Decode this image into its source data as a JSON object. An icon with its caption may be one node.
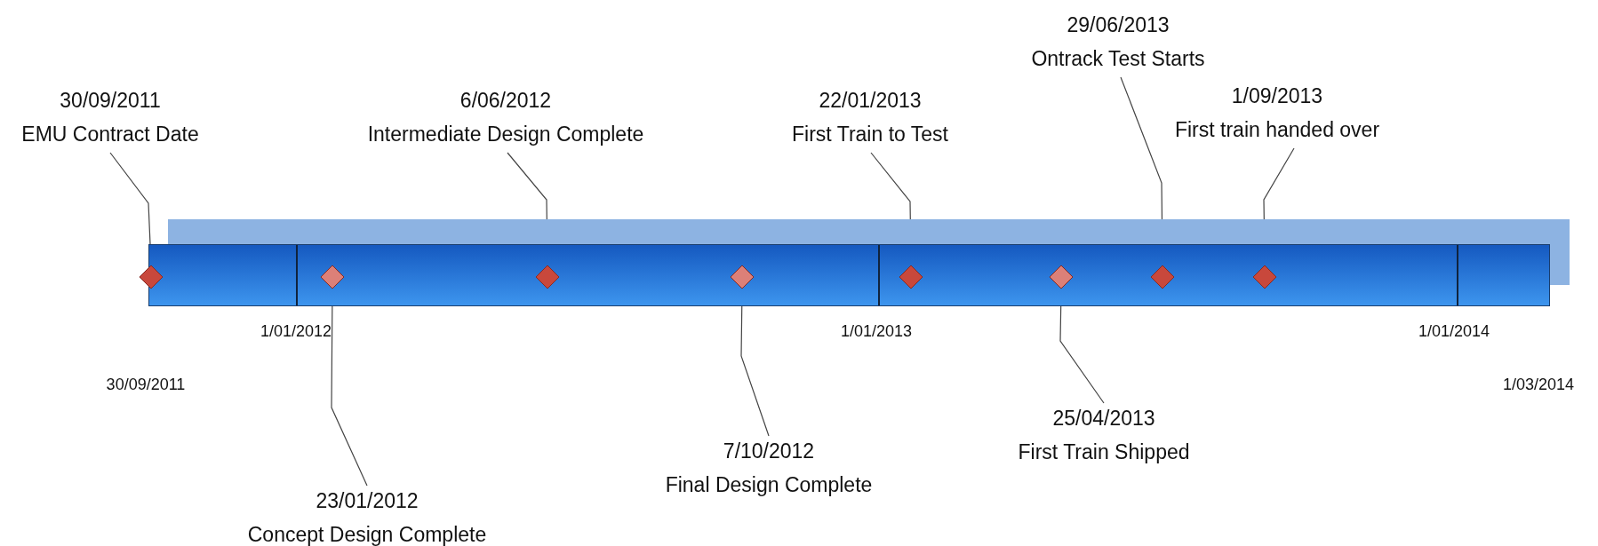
{
  "diagram": {
    "nodes": [
      {
        "text": [],
        "shape": "bar"
      },
      {
        "text": [
          "30/09/2011",
          "EMU Contract Date"
        ]
      },
      {
        "text": [
          "23/01/2012",
          "Concept Design Complete"
        ]
      },
      {
        "text": [
          "6/06/2012",
          "Intermediate Design Complete"
        ]
      },
      {
        "text": [
          "7/10/2012",
          "Final Design Complete"
        ]
      },
      {
        "text": [
          "22/01/2013",
          "First Train to Test"
        ]
      },
      {
        "text": [
          "25/04/2013",
          "First Train Shipped"
        ]
      },
      {
        "text": [
          "29/06/2013",
          "Ontrack Test Starts"
        ]
      },
      {
        "text": [
          "1/09/2013",
          "First train handed over"
        ]
      },
      {
        "text": [],
        "shape": "diamond",
        "in": 0
      },
      {
        "text": [],
        "shape": "diamond",
        "in": 0
      },
      {
        "text": [],
        "shape": "diamond",
        "in": 0
      },
      {
        "text": [],
        "shape": "diamond",
        "in": 0
      },
      {
        "text": [],
        "shape": "diamond",
        "in": 0
      },
      {
        "text": [],
        "shape": "diamond",
        "in": 0
      },
      {
        "text": [],
        "shape": "diamond",
        "in": 0
      },
      {
        "text": [],
        "shape": "diamond",
        "in": 0
      }
    ],
    "edges": [
      {
        "from": 1,
        "to": 9,
        "arrow": "none"
      },
      {
        "from": 2,
        "to": 10,
        "arrow": "none"
      },
      {
        "from": 3,
        "to": 11,
        "arrow": "none"
      },
      {
        "from": 4,
        "to": 12,
        "arrow": "none"
      },
      {
        "from": 5,
        "to": 13,
        "arrow": "none"
      },
      {
        "from": 6,
        "to": 14,
        "arrow": "none"
      },
      {
        "from": 7,
        "to": 15,
        "arrow": "none"
      },
      {
        "from": 8,
        "to": 16,
        "arrow": "none"
      }
    ],
    "labels": [
      "1/01/2012",
      "1/01/2013",
      "1/01/2014",
      "30/09/2011",
      "1/03/2014"
    ]
  }
}
